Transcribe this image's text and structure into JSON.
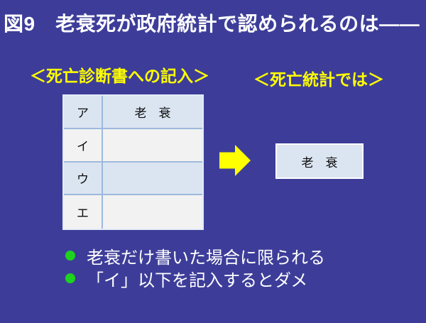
{
  "slide": {
    "title": "図9　老衰死が政府統計で認められるのは――",
    "headings": {
      "left": "＜死亡診断書への記入＞",
      "right": "＜死亡統計では＞"
    },
    "certificate_table": {
      "rows": [
        {
          "label": "ア",
          "value": "老　衰"
        },
        {
          "label": "イ",
          "value": ""
        },
        {
          "label": "ウ",
          "value": ""
        },
        {
          "label": "エ",
          "value": ""
        }
      ]
    },
    "arrow_icon": "right-block-arrow",
    "result_box": {
      "value": "老　衰"
    },
    "bullets": [
      "老衰だけ書いた場合に限られる",
      "「イ」以下を記入するとダメ"
    ],
    "colors": {
      "background": "#3d3d99",
      "title_text": "#ffffff",
      "heading_text": "#ffff00",
      "arrow_fill": "#ffff00",
      "bullet_dot": "#1ed31e",
      "table_row_blue": "#dbe5f1",
      "table_row_white": "#f2f2f2",
      "table_grid": "#9db9dd",
      "table_outer_border": "#e3ebf6",
      "box_background": "#dbe5f1",
      "box_border": "#ffffff",
      "body_text": "#0d0d0d"
    }
  }
}
